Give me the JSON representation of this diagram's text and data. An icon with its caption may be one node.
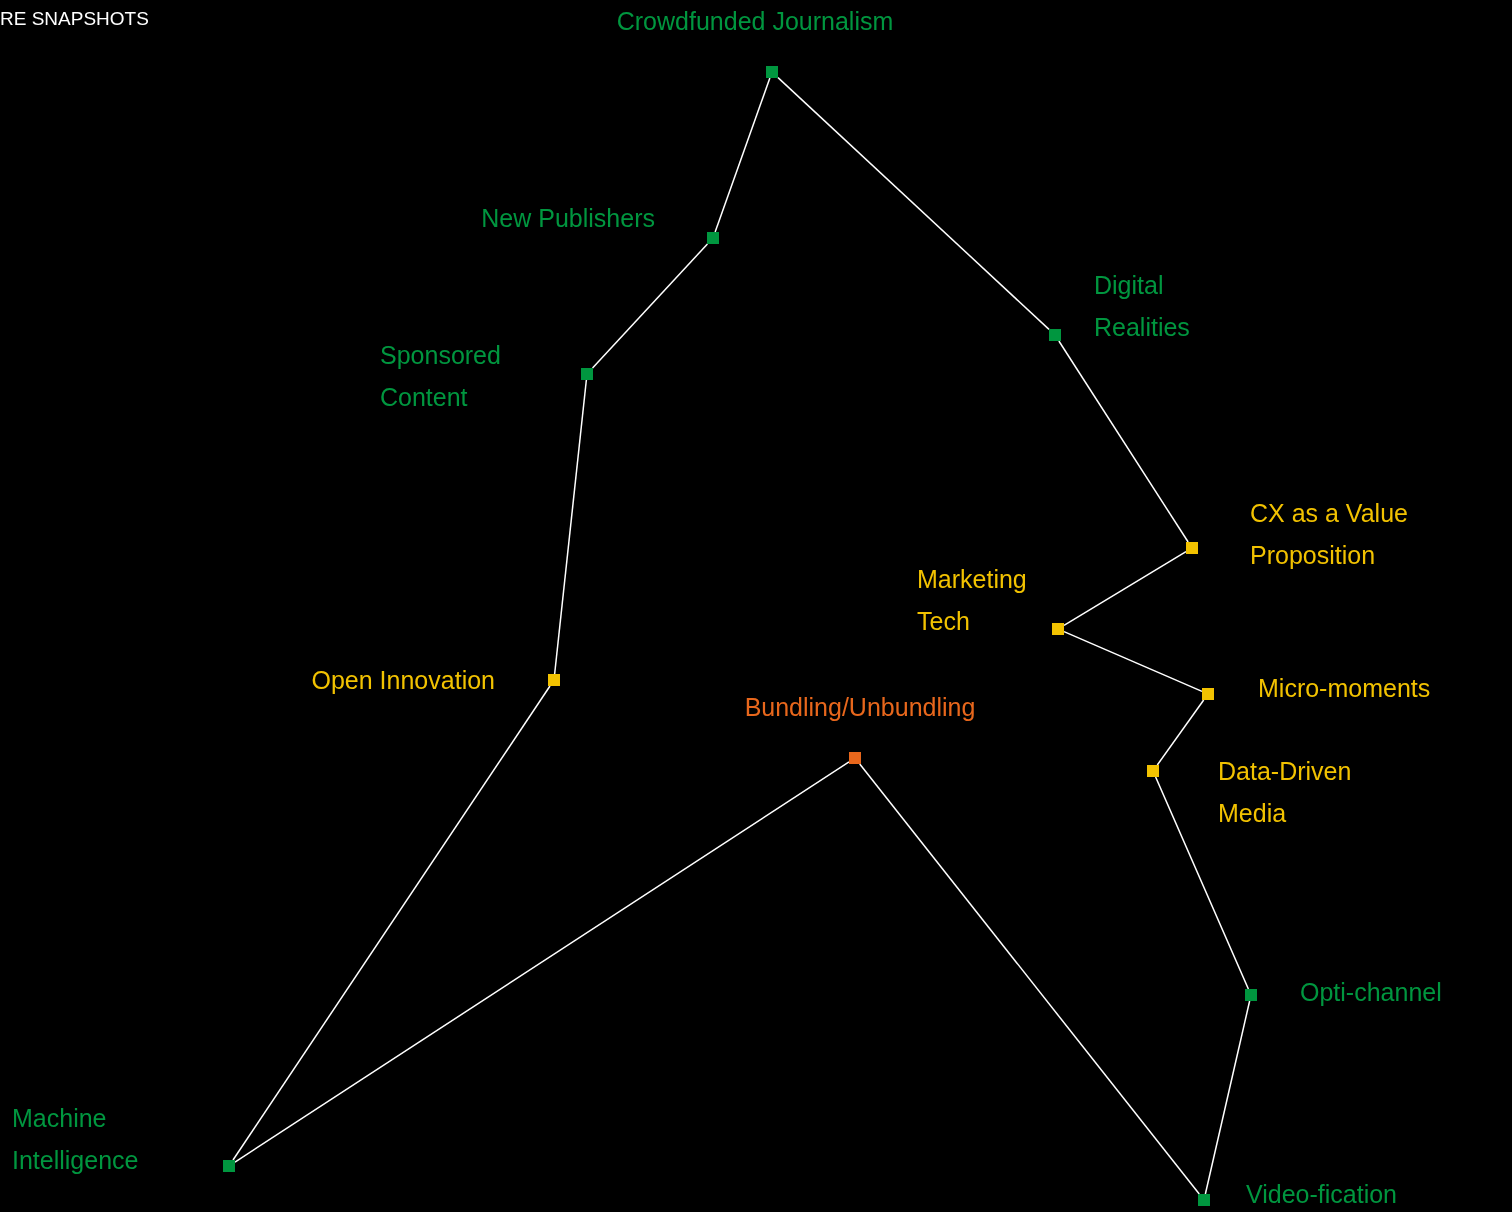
{
  "diagram": {
    "nodes": [
      {
        "text": [
          "Crowdfunded Journalism"
        ]
      },
      {
        "text": [
          "New Publishers"
        ]
      },
      {
        "text": [
          "Sponsored Content"
        ]
      },
      {
        "text": [
          "Digital Realities"
        ]
      },
      {
        "text": [
          "Open Innovation"
        ]
      },
      {
        "text": [
          "CX as a Value Proposition"
        ]
      },
      {
        "text": [
          "Marketing Tech"
        ]
      },
      {
        "text": [
          "Micro-moments"
        ]
      },
      {
        "text": [
          "Bundling/Unbundling"
        ]
      },
      {
        "text": [
          "Data-Driven Media"
        ]
      },
      {
        "text": [
          "Opti-channel"
        ]
      },
      {
        "text": [
          "Machine Intelligence"
        ]
      },
      {
        "text": [
          "Video-fication"
        ]
      }
    ],
    "edges": [
      {
        "from": 0,
        "to": 1,
        "arrow": "none"
      },
      {
        "from": 1,
        "to": 2,
        "arrow": "none"
      },
      {
        "from": 2,
        "to": 4,
        "arrow": "none"
      },
      {
        "from": 4,
        "to": 11,
        "arrow": "none"
      },
      {
        "from": 11,
        "to": 8,
        "arrow": "none"
      },
      {
        "from": 8,
        "to": 12,
        "arrow": "none"
      },
      {
        "from": 12,
        "to": 10,
        "arrow": "none"
      },
      {
        "from": 10,
        "to": 9,
        "arrow": "none"
      },
      {
        "from": 9,
        "to": 7,
        "arrow": "none"
      },
      {
        "from": 7,
        "to": 6,
        "arrow": "none"
      },
      {
        "from": 6,
        "to": 5,
        "arrow": "none"
      },
      {
        "from": 5,
        "to": 3,
        "arrow": "none"
      },
      {
        "from": 3,
        "to": 0,
        "arrow": "none"
      }
    ],
    "labels": [
      "RE SNAPSHOTS"
    ]
  }
}
